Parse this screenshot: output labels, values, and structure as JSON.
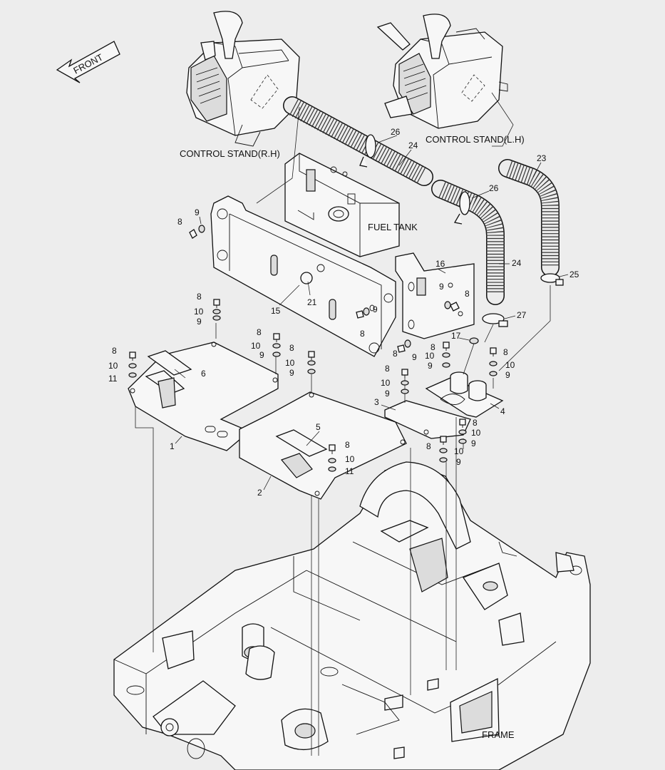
{
  "labels": {
    "front": "FRONT",
    "control_stand_rh": "CONTROL STAND(R.H)",
    "control_stand_lh": "CONTROL STAND(L.H)",
    "fuel_tank": "FUEL TANK",
    "frame": "FRAME"
  },
  "callouts": {
    "c1": "1",
    "c2": "2",
    "c3": "3",
    "c4": "4",
    "c5": "5",
    "c6": "6",
    "c15": "15",
    "c16": "16",
    "c17": "17",
    "c21": "21",
    "c23": "23",
    "c24a": "24",
    "c24b": "24",
    "c25": "25",
    "c26a": "26",
    "c26b": "26",
    "c27": "27",
    "f8_a": "8",
    "f9_a": "9",
    "f8_b": "8",
    "f10_b": "10",
    "f9_b": "9",
    "f8_c": "8",
    "f10_c": "10",
    "f9_c": "9",
    "f8_d": "8",
    "f10_d": "10",
    "f11_d": "11",
    "f8_e": "8",
    "f10_e": "10",
    "f9_e": "9",
    "f8_f": "8",
    "f10_f": "10",
    "f11_f": "11",
    "f8_g": "8",
    "f10_g": "10",
    "f9_g": "9",
    "f8_h": "8",
    "f10_h": "10",
    "f9_h": "9",
    "f8_i": "8",
    "f10_i": "10",
    "f9_i": "9",
    "f8_j": "8",
    "f10_j": "10",
    "f9_j": "9",
    "f8_k": "8",
    "f10_k": "10",
    "f9_k": "9",
    "f8_l": "8",
    "f9_l": "9",
    "f8_m": "8",
    "f9_m": "9",
    "f8_n": "8",
    "f9_n": "9"
  }
}
